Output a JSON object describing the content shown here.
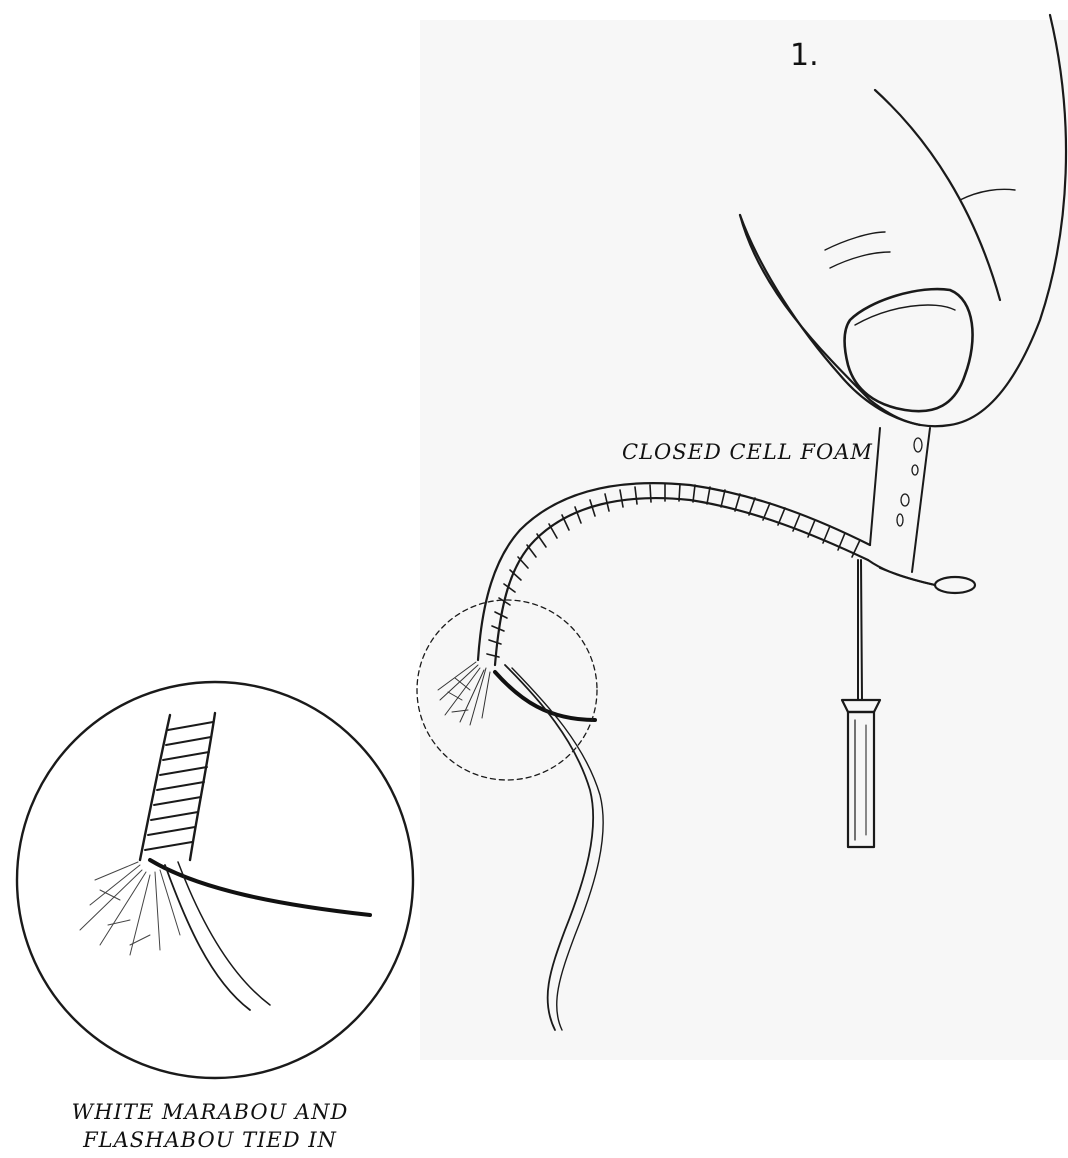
{
  "figure": {
    "step_number": "1.",
    "labels": {
      "closed_cell_foam": "CLOSED CELL FOAM",
      "marabou_line1": "WHITE MARABOU AND",
      "marabou_line2": "FLASHABOU TIED IN"
    }
  }
}
